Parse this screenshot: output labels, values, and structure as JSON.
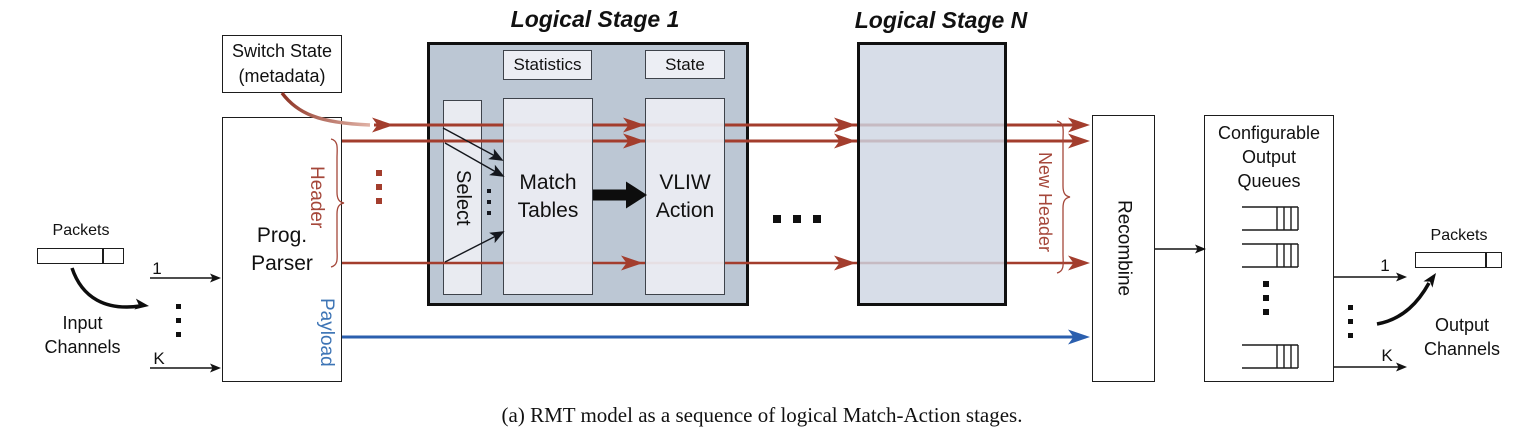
{
  "caption": "(a) RMT model as a sequence of logical Match-Action stages.",
  "input_side": {
    "packets_label": "Packets",
    "first_channel": "1",
    "last_channel": "K",
    "channels_line1": "Input",
    "channels_line2": "Channels"
  },
  "switch_state": {
    "line1": "Switch State",
    "line2": "(metadata)"
  },
  "parser": {
    "line1": "Prog.",
    "line2": "Parser",
    "header_label": "Header",
    "payload_label": "Payload"
  },
  "stage1": {
    "title": "Logical Stage 1",
    "statistics": "Statistics",
    "state": "State",
    "select": "Select",
    "match_line1": "Match",
    "match_line2": "Tables",
    "action_line1": "VLIW",
    "action_line2": "Action"
  },
  "stage_n": {
    "title": "Logical Stage N"
  },
  "pipeline": {
    "new_header_label": "New Header",
    "recombine_label": "Recombine"
  },
  "output_queues": {
    "line1": "Configurable",
    "line2": "Output",
    "line3": "Queues"
  },
  "output_side": {
    "packets_label": "Packets",
    "first_channel": "1",
    "last_channel": "K",
    "channels_line1": "Output",
    "channels_line2": "Channels"
  },
  "colors": {
    "header_red": "#a33d2d",
    "red_text": "#a5473a",
    "payload_blue": "#2b5fae",
    "payload_text_blue": "#3d74b5",
    "stage1_fill": "#bcc7d4",
    "stage_n_fill": "#ced6e3",
    "inner_box_fill": "#e9ebf1"
  }
}
